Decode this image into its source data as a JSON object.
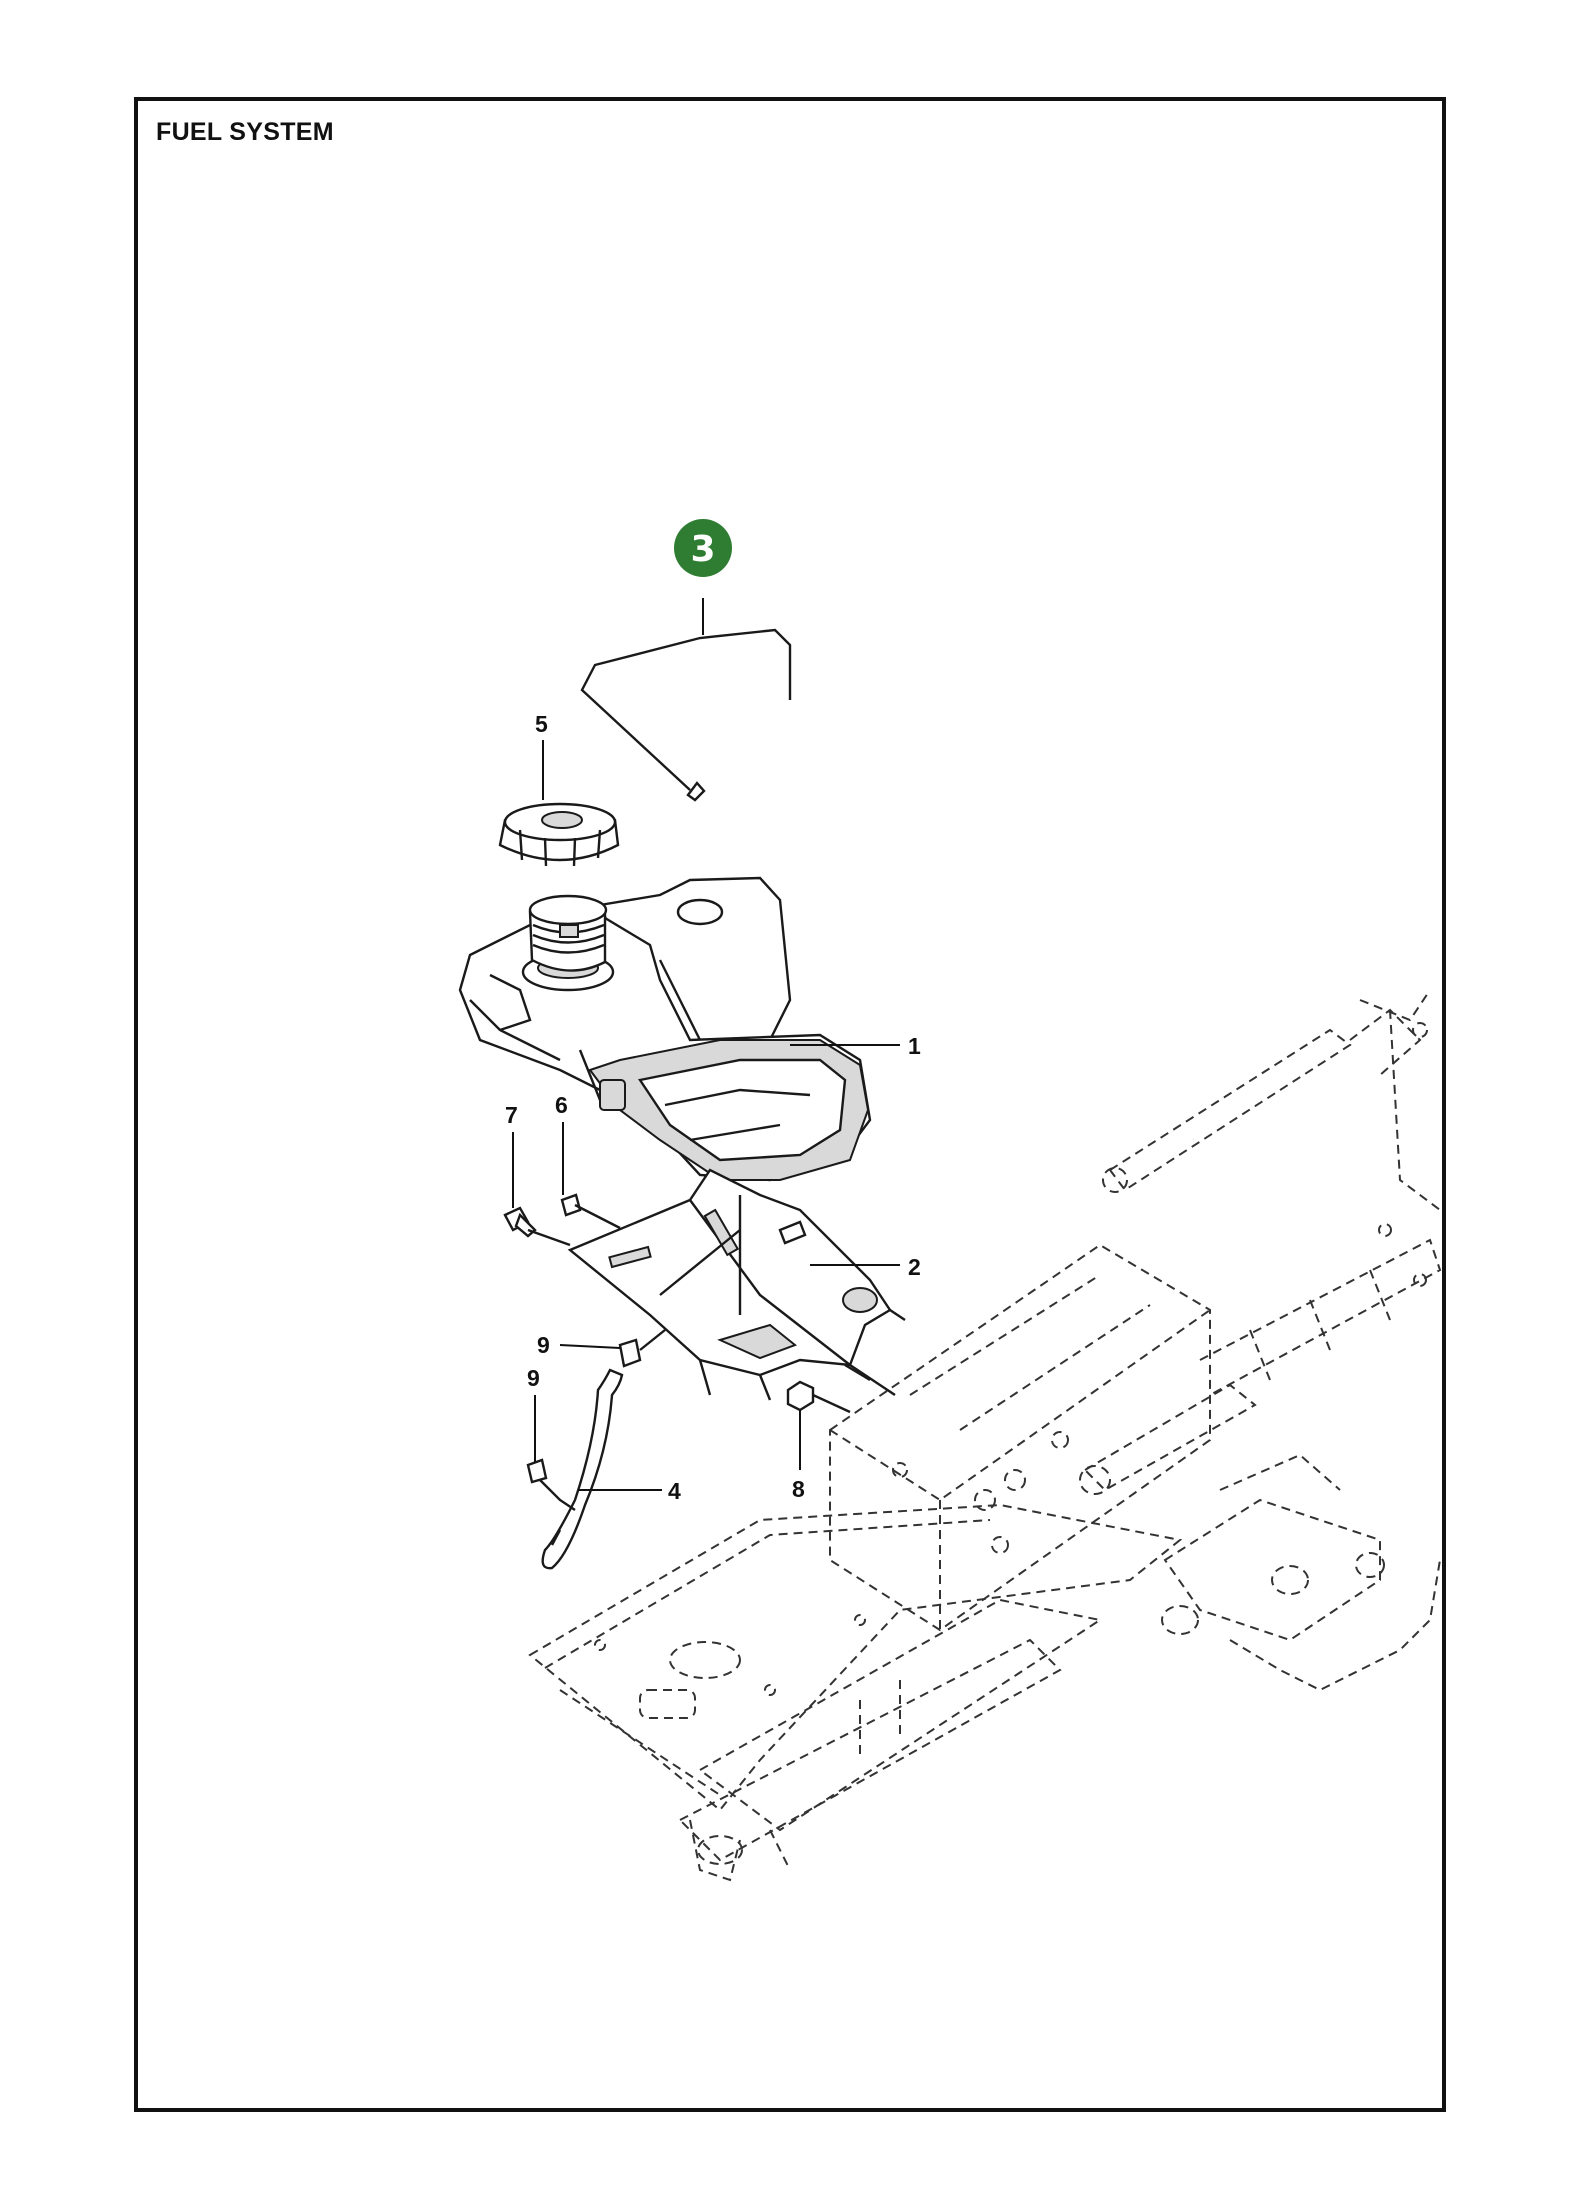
{
  "page": {
    "title": "FUEL SYSTEM"
  },
  "badge": {
    "number": "3",
    "color": "#2f7d32"
  },
  "callouts": [
    {
      "id": "c1",
      "label": "1"
    },
    {
      "id": "c2",
      "label": "2"
    },
    {
      "id": "c4",
      "label": "4"
    },
    {
      "id": "c5",
      "label": "5"
    },
    {
      "id": "c6",
      "label": "6"
    },
    {
      "id": "c7",
      "label": "7"
    },
    {
      "id": "c8",
      "label": "8"
    },
    {
      "id": "c9a",
      "label": "9"
    },
    {
      "id": "c9b",
      "label": "9"
    }
  ]
}
